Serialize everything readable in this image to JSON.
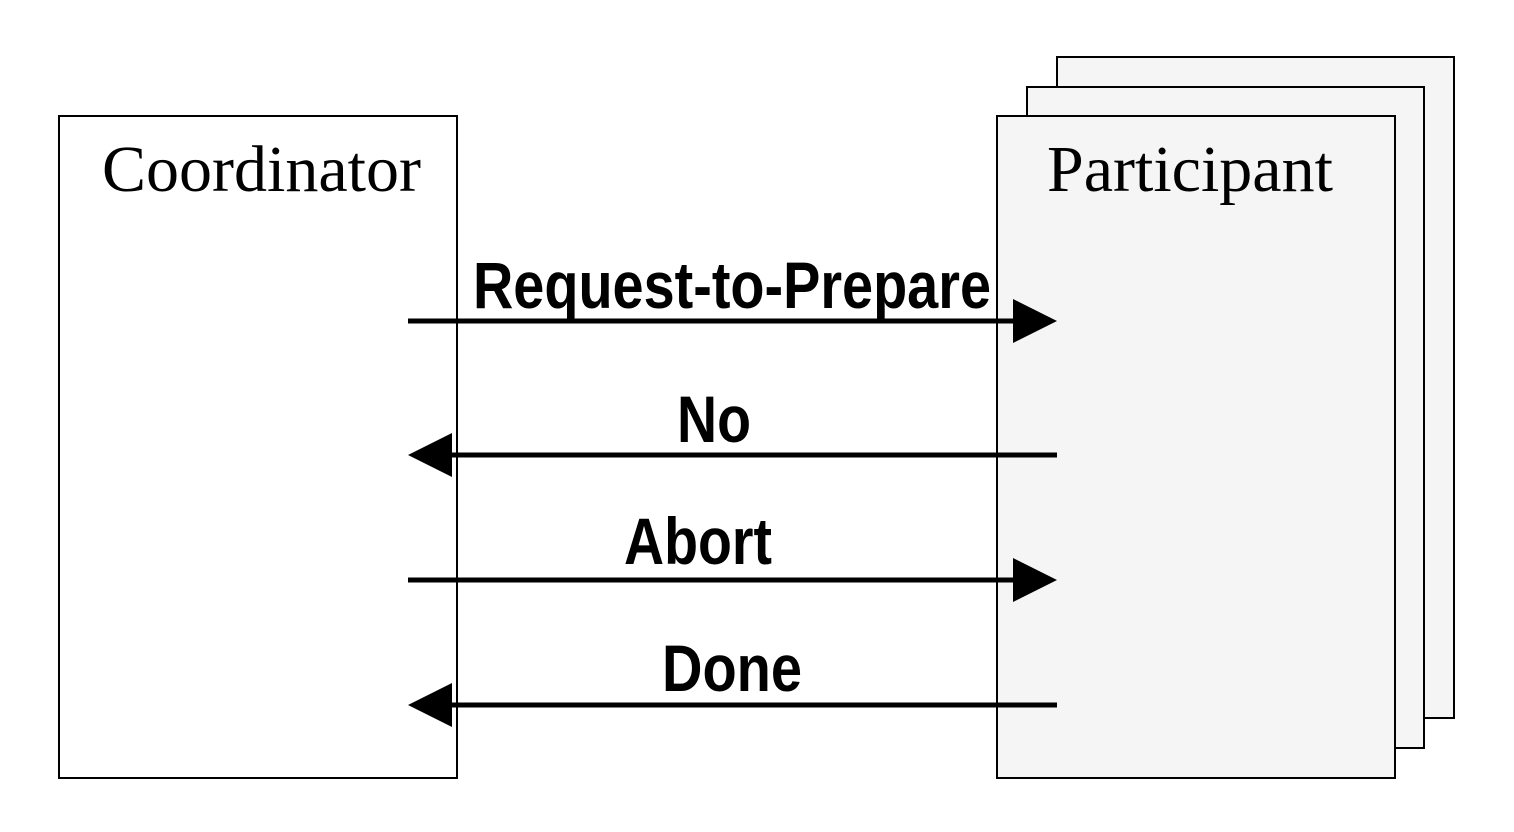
{
  "coordinator": {
    "title": "Coordinator"
  },
  "participant": {
    "title": "Participant"
  },
  "messages": [
    {
      "label": "Request-to-Prepare",
      "direction": "coordinator-to-participant"
    },
    {
      "label": "No",
      "direction": "participant-to-coordinator"
    },
    {
      "label": "Abort",
      "direction": "coordinator-to-participant"
    },
    {
      "label": "Done",
      "direction": "participant-to-coordinator"
    }
  ],
  "colors": {
    "line": "#000000",
    "participant_fill": "#f5f5f5",
    "coordinator_fill": "#ffffff"
  }
}
